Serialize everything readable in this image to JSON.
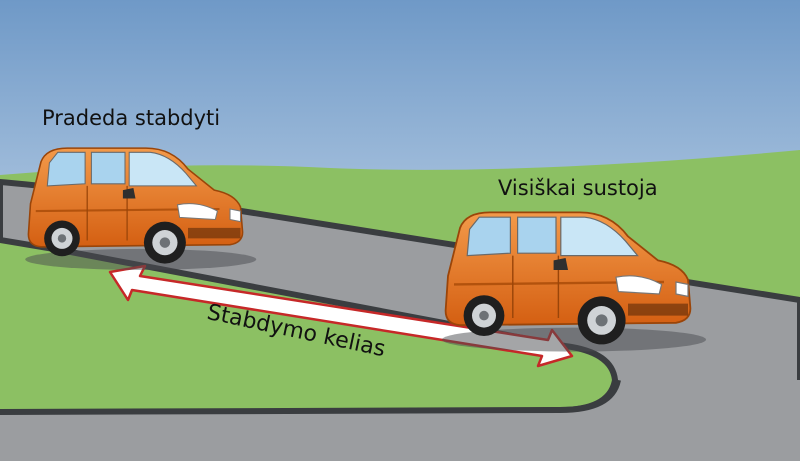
{
  "labels": {
    "start": "Pradeda stabdyti",
    "stop": "Visiškai sustoja",
    "distance": "Stabdymo kelias"
  },
  "colors": {
    "sky_top": "#6f99c7",
    "sky_bottom": "#e9f1f8",
    "grass": "#8cc063",
    "road": "#9b9da0",
    "road_edge": "#3a3d40",
    "car_body": "#e8731f",
    "car_shadow": "#b2520d",
    "window": "#a9d3ee",
    "arrow_fill": "#ffffff",
    "arrow_edge": "#c62828"
  },
  "icons": {
    "car_left": "car-icon",
    "car_right": "car-icon",
    "arrow": "double-arrow-icon"
  }
}
